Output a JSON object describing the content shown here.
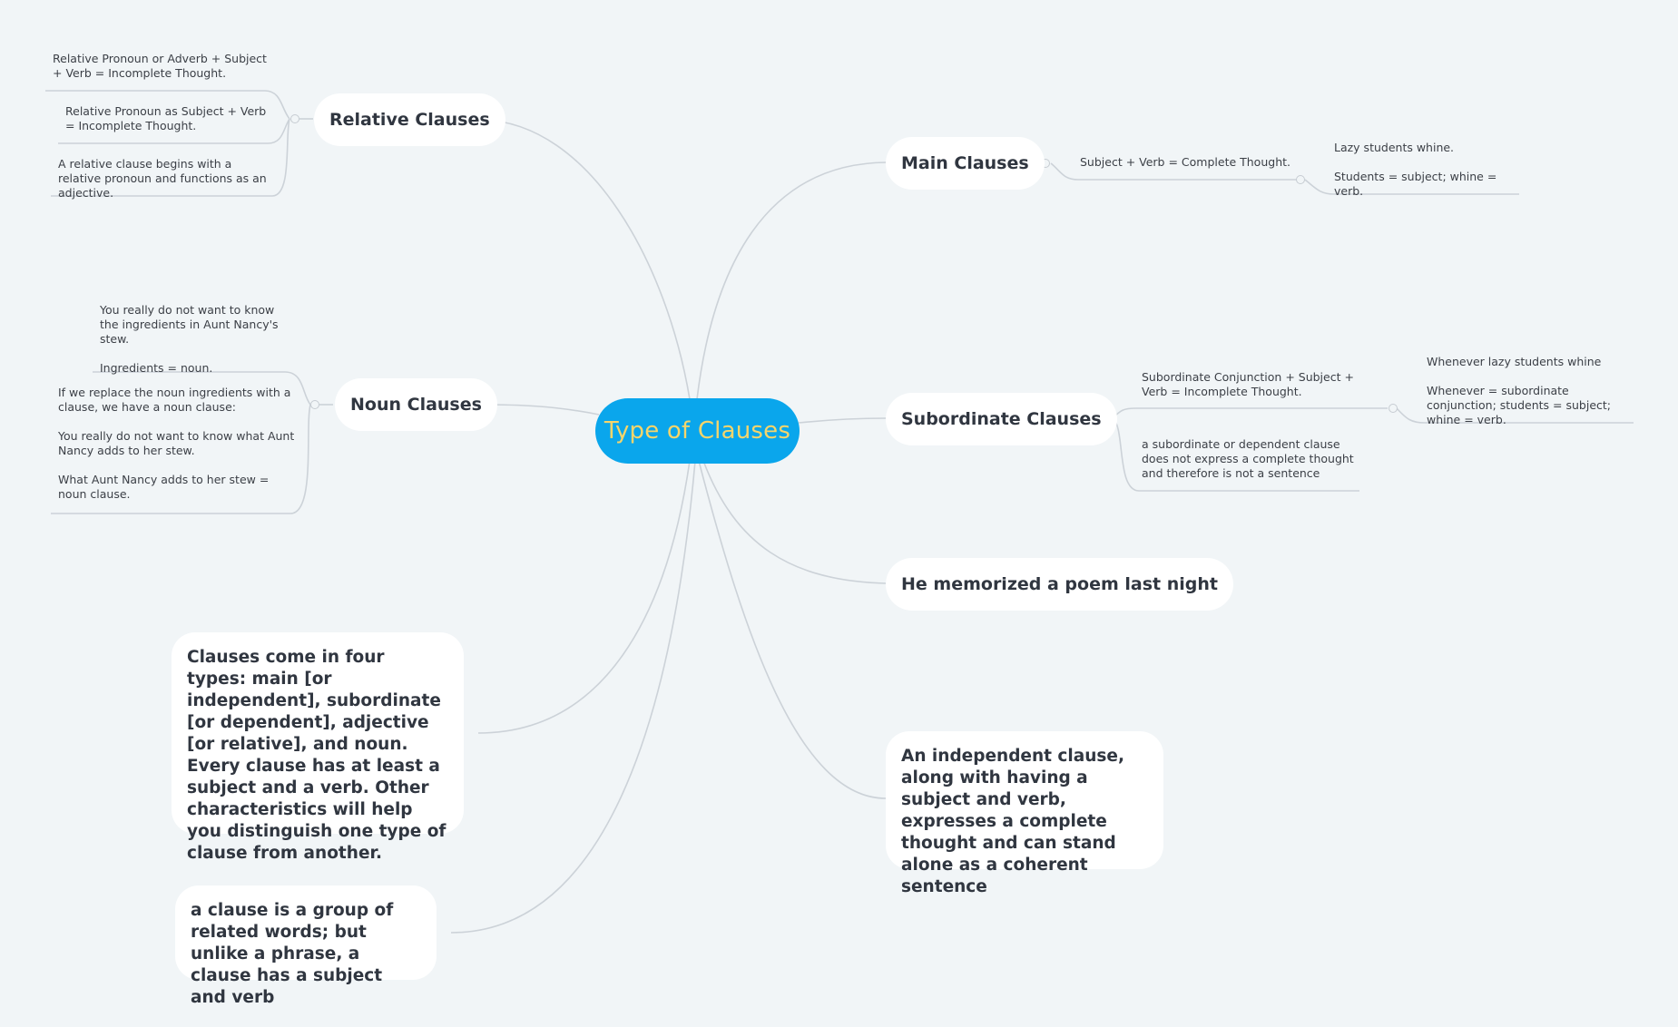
{
  "diagram": {
    "central": "Type of Clauses",
    "main_clauses": {
      "title": "Main Clauses",
      "formula": "Subject + Verb = Complete Thought.",
      "example": "Lazy students whine.\n\nStudents = subject; whine = verb."
    },
    "subordinate_clauses": {
      "title": "Subordinate Clauses",
      "formula": "Subordinate Conjunction + Subject + Verb = Incomplete Thought.",
      "example": "Whenever lazy students whine\n\nWhenever = subordinate conjunction; students = subject; whine = verb.",
      "definition": "a subordinate or dependent clause does not express a complete thought and therefore is not a sentence"
    },
    "example_sentence": "He memorized a poem last night",
    "independent_note": "An independent clause, along with having a subject and verb, expresses a complete thought and can stand alone as a coherent sentence",
    "relative_clauses": {
      "title": "Relative Clauses",
      "formula_1": "Relative Pronoun or Adverb + Subject + Verb = Incomplete Thought.",
      "formula_2": "Relative Pronoun as Subject + Verb = Incomplete Thought.",
      "definition": "A relative clause begins with a relative pronoun and functions as an adjective."
    },
    "noun_clauses": {
      "title": "Noun Clauses",
      "example_1": "You really do not want to know the ingredients in Aunt Nancy's stew.\n\nIngredients = noun.",
      "example_2": "If we replace the noun ingredients with a clause, we have a noun clause:\n\nYou really do not want to know what Aunt Nancy adds to her stew.\n\nWhat Aunt Nancy adds to her stew = noun clause."
    },
    "four_types_note": "Clauses come in four types: main [or independent], subordinate [or dependent], adjective [or relative], and noun. Every clause has at least a subject and a verb. Other characteristics will help you distinguish one type of clause from another.",
    "clause_definition": "a clause is a group of related words; but unlike a phrase, a clause has a subject and verb"
  }
}
